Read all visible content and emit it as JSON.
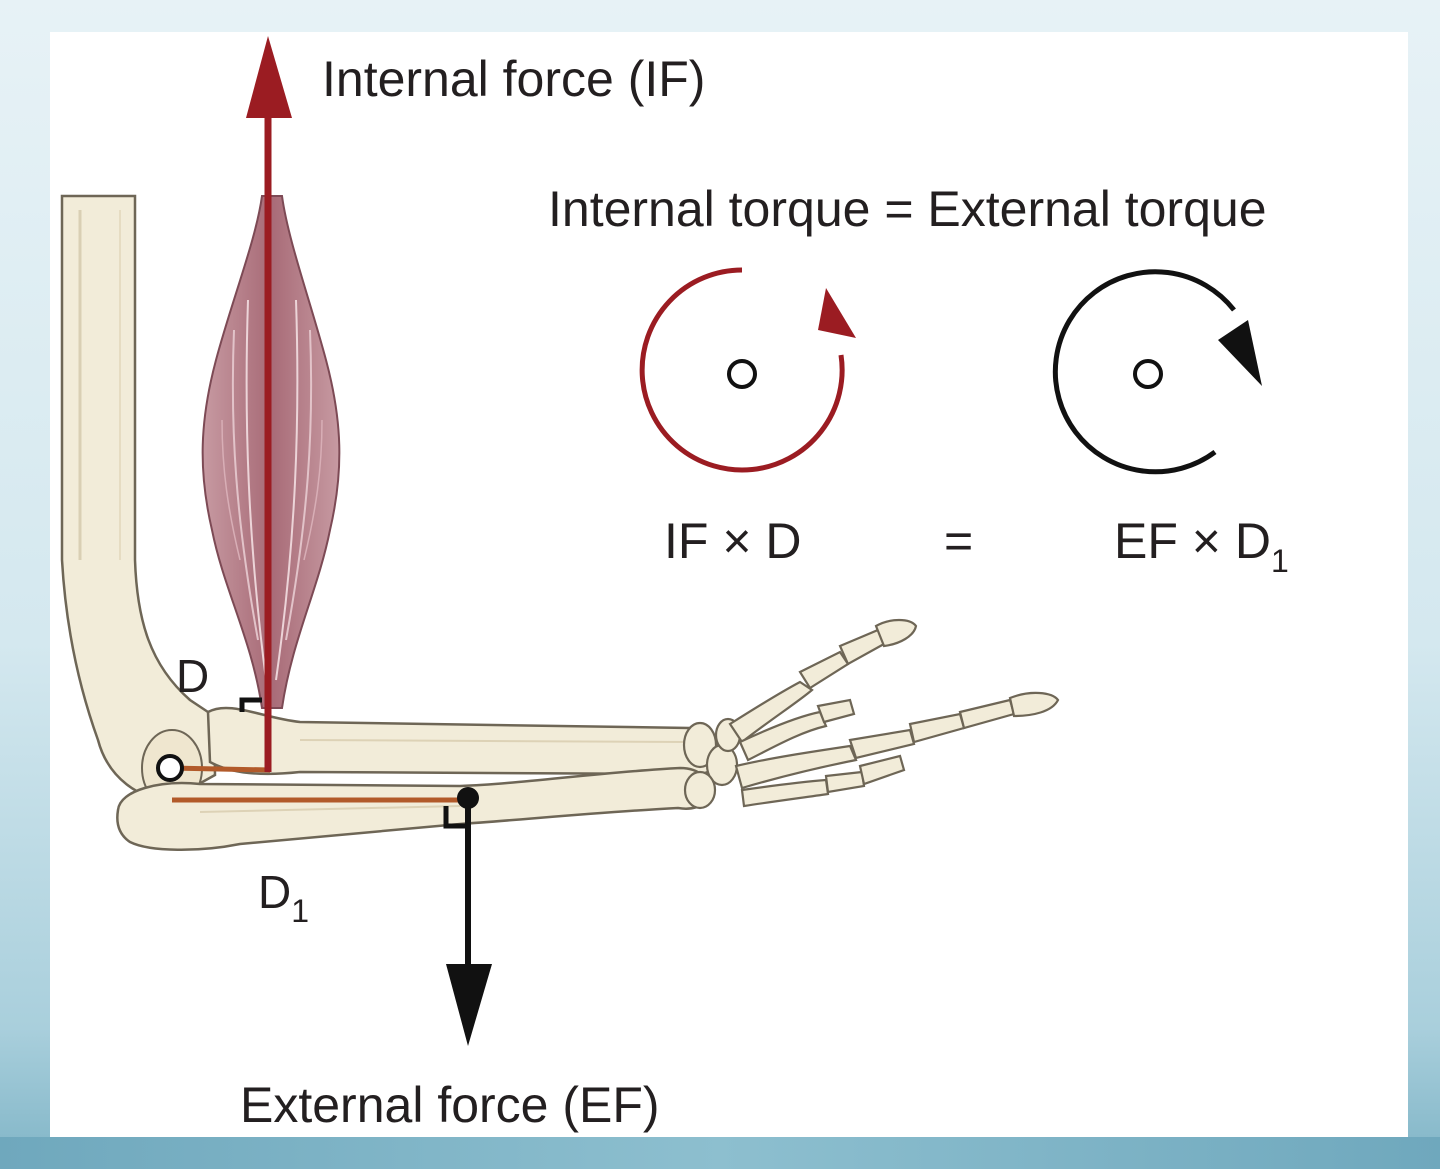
{
  "labels": {
    "internal_force": "Internal force (IF)",
    "external_force": "External force (EF)",
    "torque_equation": "Internal torque = External torque",
    "moment_arm_internal": "D",
    "moment_arm_external": "D",
    "moment_arm_external_subscript": "1",
    "lhs_product": "IF × D",
    "equals": "=",
    "rhs_product": "EF × D",
    "rhs_subscript": "1"
  },
  "colors": {
    "internal_force_arrow": "#9b1c22",
    "external_force_arrow": "#111111",
    "moment_arm_line": "#b25a2a",
    "bone_fill": "#f2ecd9",
    "bone_outline": "#6e6656",
    "muscle_fill": "#b07883"
  },
  "torque_icons": {
    "internal": {
      "direction": "counterclockwise",
      "color": "#9b1c22"
    },
    "external": {
      "direction": "clockwise",
      "color": "#111111"
    }
  }
}
